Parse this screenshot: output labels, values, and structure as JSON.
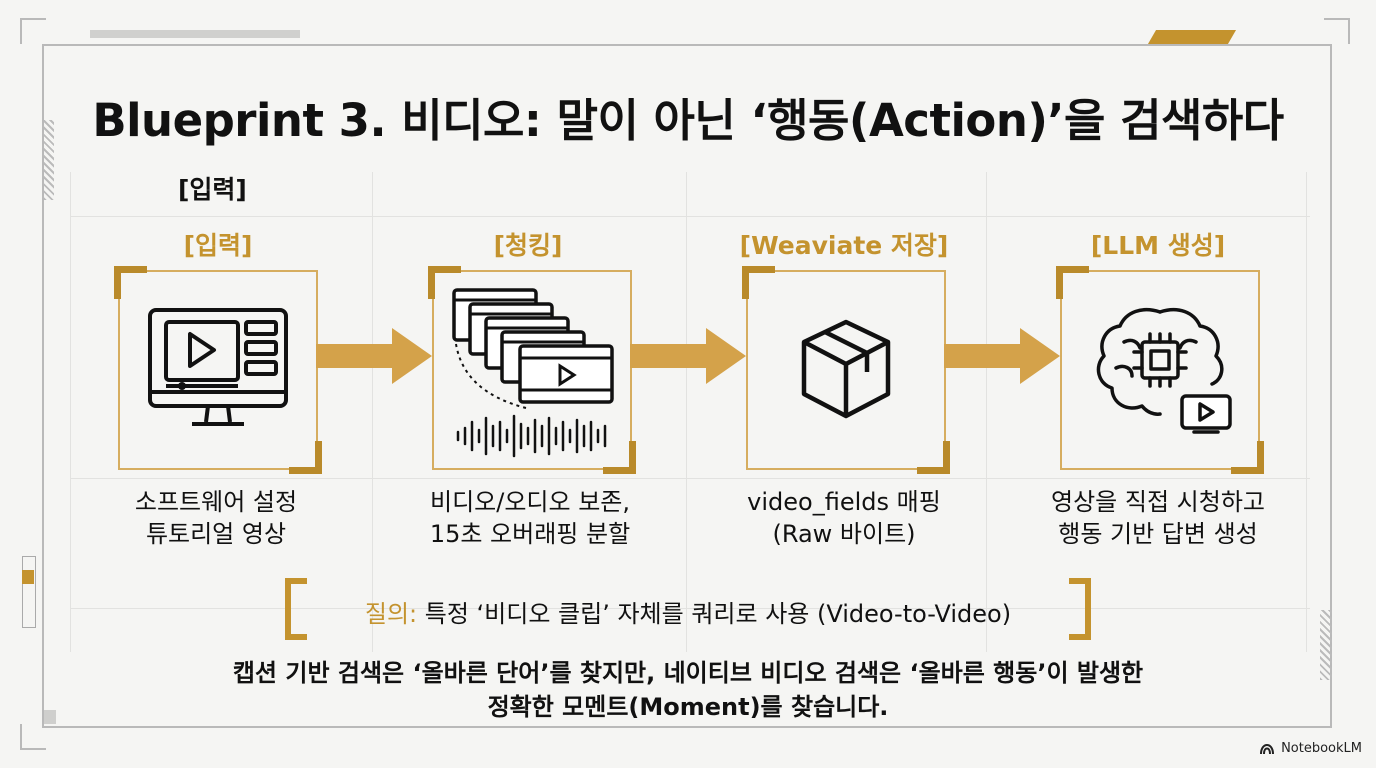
{
  "title": "Blueprint 3. 비디오: 말이 아닌 ‘행동(Action)’을 검색하다",
  "top_label": "[입력]",
  "stages": [
    {
      "label": "[입력]",
      "icon": "monitor-video-icon",
      "caption": [
        "소프트웨어 설정",
        "튜토리얼 영상"
      ]
    },
    {
      "label": "[청킹]",
      "icon": "video-frames-waveform-icon",
      "caption": [
        "비디오/오디오 보존,",
        "15초 오버래핑 분할"
      ]
    },
    {
      "label": "[Weaviate 저장]",
      "icon": "box-icon",
      "caption": [
        "video_fields 매핑",
        "(Raw 바이트)"
      ]
    },
    {
      "label": "[LLM 생성]",
      "icon": "brain-chip-video-icon",
      "caption": [
        "영상을 직접 시청하고",
        "행동 기반 답변 생성"
      ]
    }
  ],
  "query": {
    "prefix": "질의:",
    "text": "특정 ‘비디오 클립’ 자체를 쿼리로 사용 (Video-to-Video)"
  },
  "bottom_text": [
    "캡션 기반 검색은 ‘올바른 단어’를 찾지만, 네이티브 비디오 검색은 ‘올바른 행동’이 발생한",
    "정확한 모멘트(Moment)를 찾습니다."
  ],
  "brand": "NotebookLM",
  "colors": {
    "accent": "#c4932e",
    "arrow": "#d4a24a",
    "text": "#111111"
  }
}
